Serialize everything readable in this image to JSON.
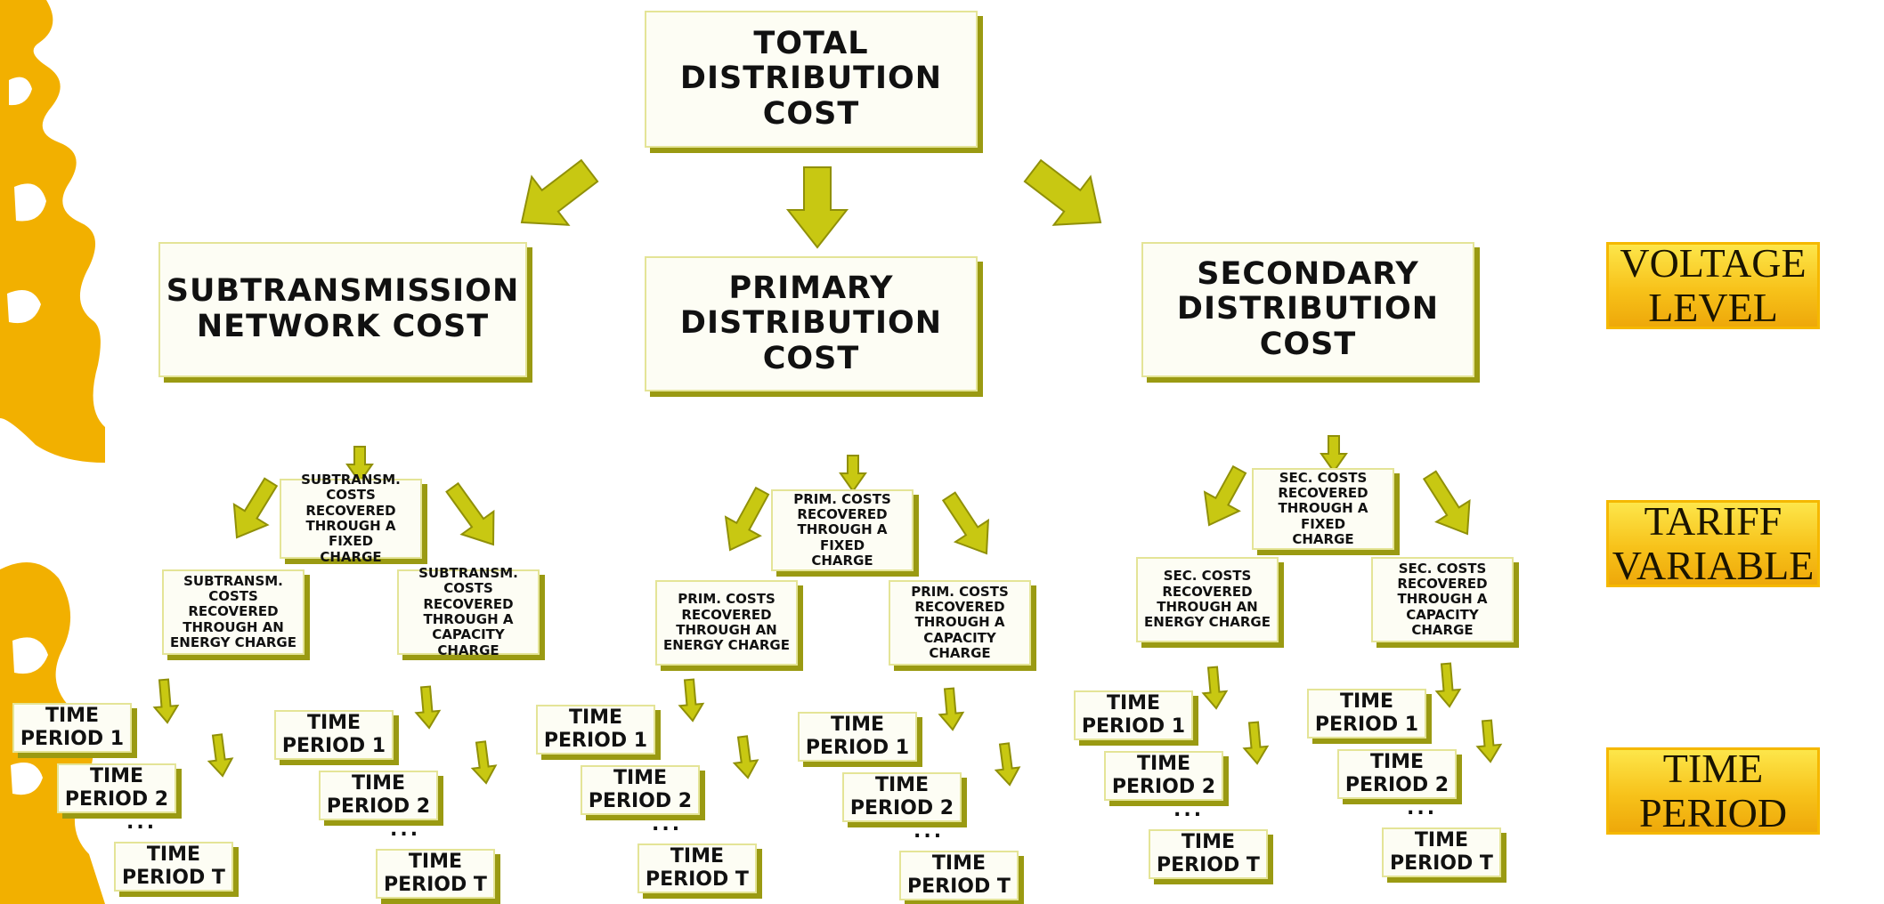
{
  "diagram": {
    "root": [
      "TOTAL",
      "DISTRIBUTION",
      "COST"
    ],
    "levels": [
      {
        "title": [
          "SUBTRANSMISSION",
          "NETWORK COST"
        ],
        "fixed": [
          "SUBTRANSM.",
          "COSTS RECOVERED",
          "THROUGH A FIXED",
          "CHARGE"
        ],
        "energy": [
          "SUBTRANSM.",
          "COSTS RECOVERED",
          "THROUGH AN",
          "ENERGY CHARGE"
        ],
        "capacity": [
          "SUBTRANSM.",
          "COSTS RECOVERED",
          "THROUGH A",
          "CAPACITY CHARGE"
        ]
      },
      {
        "title": [
          "PRIMARY",
          "DISTRIBUTION",
          "COST"
        ],
        "fixed": [
          "PRIM. COSTS",
          "RECOVERED",
          "THROUGH A FIXED",
          "CHARGE"
        ],
        "energy": [
          "PRIM. COSTS",
          "RECOVERED",
          "THROUGH AN",
          "ENERGY CHARGE"
        ],
        "capacity": [
          "PRIM. COSTS",
          "RECOVERED",
          "THROUGH A",
          "CAPACITY CHARGE"
        ]
      },
      {
        "title": [
          "SECONDARY",
          "DISTRIBUTION",
          "COST"
        ],
        "fixed": [
          "SEC. COSTS",
          "RECOVERED",
          "THROUGH A FIXED",
          "CHARGE"
        ],
        "energy": [
          "SEC. COSTS",
          "RECOVERED",
          "THROUGH AN",
          "ENERGY CHARGE"
        ],
        "capacity": [
          "SEC. COSTS",
          "RECOVERED",
          "THROUGH A",
          "CAPACITY CHARGE"
        ]
      }
    ],
    "time_periods": {
      "first": [
        "TIME",
        "PERIOD 1"
      ],
      "second": [
        "TIME",
        "PERIOD 2"
      ],
      "ellipsis": "...",
      "last": [
        "TIME",
        "PERIOD T"
      ]
    }
  },
  "side_labels": {
    "voltage": [
      "VOLTAGE",
      "LEVEL"
    ],
    "tariff": [
      "TARIFF",
      "VARIABLE"
    ],
    "time": [
      "TIME",
      "PERIOD"
    ]
  },
  "colors": {
    "arrow": "#c8c812",
    "box_shadow": "#9a9a12",
    "side_gold": "#f7c21a",
    "decoration": "#f2b000"
  }
}
